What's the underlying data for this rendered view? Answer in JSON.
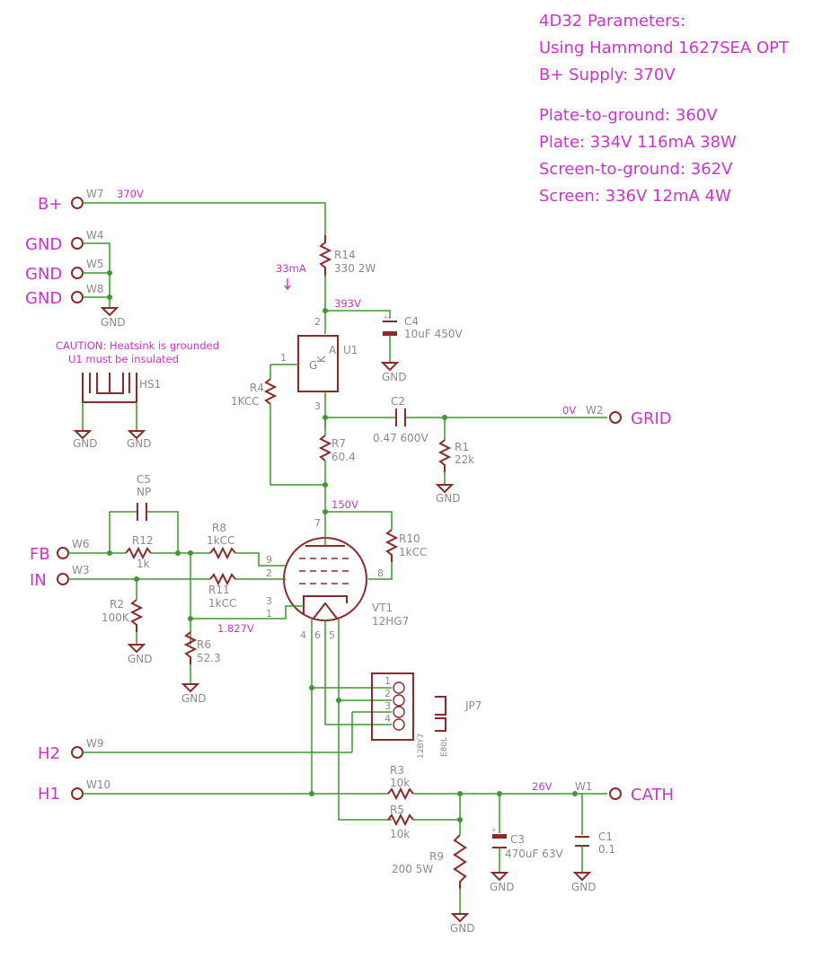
{
  "notes": [
    "4D32 Parameters:",
    "Using Hammond 1627SEA OPT",
    "B+ Supply: 370V",
    "Plate-to-ground: 360V",
    "Plate: 334V 116mA 38W",
    "Screen-to-ground: 362V",
    "Screen: 336V 12mA 4W"
  ],
  "caution": [
    "CAUTION: Heatsink is grounded",
    "U1 must be insulated"
  ],
  "ports": {
    "bplus": "B+",
    "gnd": "GND",
    "grid": "GRID",
    "fb": "FB",
    "in": "IN",
    "h2": "H2",
    "h1": "H1",
    "cath": "CATH"
  },
  "wires": {
    "w7": "W7",
    "w4": "W4",
    "w5": "W5",
    "w8": "W8",
    "w2": "W2",
    "w6": "W6",
    "w3": "W3",
    "w9": "W9",
    "w10": "W10",
    "w1": "W1"
  },
  "voltages": {
    "v370": "370V",
    "v393": "393V",
    "v0": "0V",
    "v150": "150V",
    "v1827": "1.827V",
    "v26": "26V",
    "i33": "33mA"
  },
  "components": {
    "r14": {
      "name": "R14",
      "value": "330 2W"
    },
    "c4": {
      "name": "C4",
      "value": "10uF 450V"
    },
    "u1": {
      "name": "U1",
      "g": "G",
      "k": "K",
      "a": "A"
    },
    "r4": {
      "name": "R4",
      "value": "1KCC"
    },
    "c2": {
      "name": "C2",
      "value": "0.47 600V"
    },
    "r7": {
      "name": "R7",
      "value": "60.4"
    },
    "r1": {
      "name": "R1",
      "value": "22k"
    },
    "hs1": {
      "name": "HS1"
    },
    "c5": {
      "name": "C5",
      "value": "NP"
    },
    "r8": {
      "name": "R8",
      "value": "1kCC"
    },
    "r12": {
      "name": "R12",
      "value": "1k"
    },
    "r11": {
      "name": "R11",
      "value": "1kCC"
    },
    "r10": {
      "name": "R10",
      "value": "1kCC"
    },
    "r2": {
      "name": "R2",
      "value": "100K"
    },
    "r6": {
      "name": "R6",
      "value": "52.3"
    },
    "vt1": {
      "name": "VT1",
      "value": "12HG7"
    },
    "jp7": {
      "name": "JP7",
      "a": "12BY7",
      "b": "E80L"
    },
    "r3": {
      "name": "R3",
      "value": "10k"
    },
    "r5": {
      "name": "R5",
      "value": "10k"
    },
    "r9": {
      "name": "R9",
      "value": "200 5W"
    },
    "c3": {
      "name": "C3",
      "value": "470uF 63V"
    },
    "c1": {
      "name": "C1",
      "value": "0.1"
    }
  },
  "pins": {
    "p1": "1",
    "p2": "2",
    "p3": "3",
    "p4": "4",
    "p5": "5",
    "p6": "6",
    "p7": "7",
    "p8": "8",
    "p9": "9"
  }
}
